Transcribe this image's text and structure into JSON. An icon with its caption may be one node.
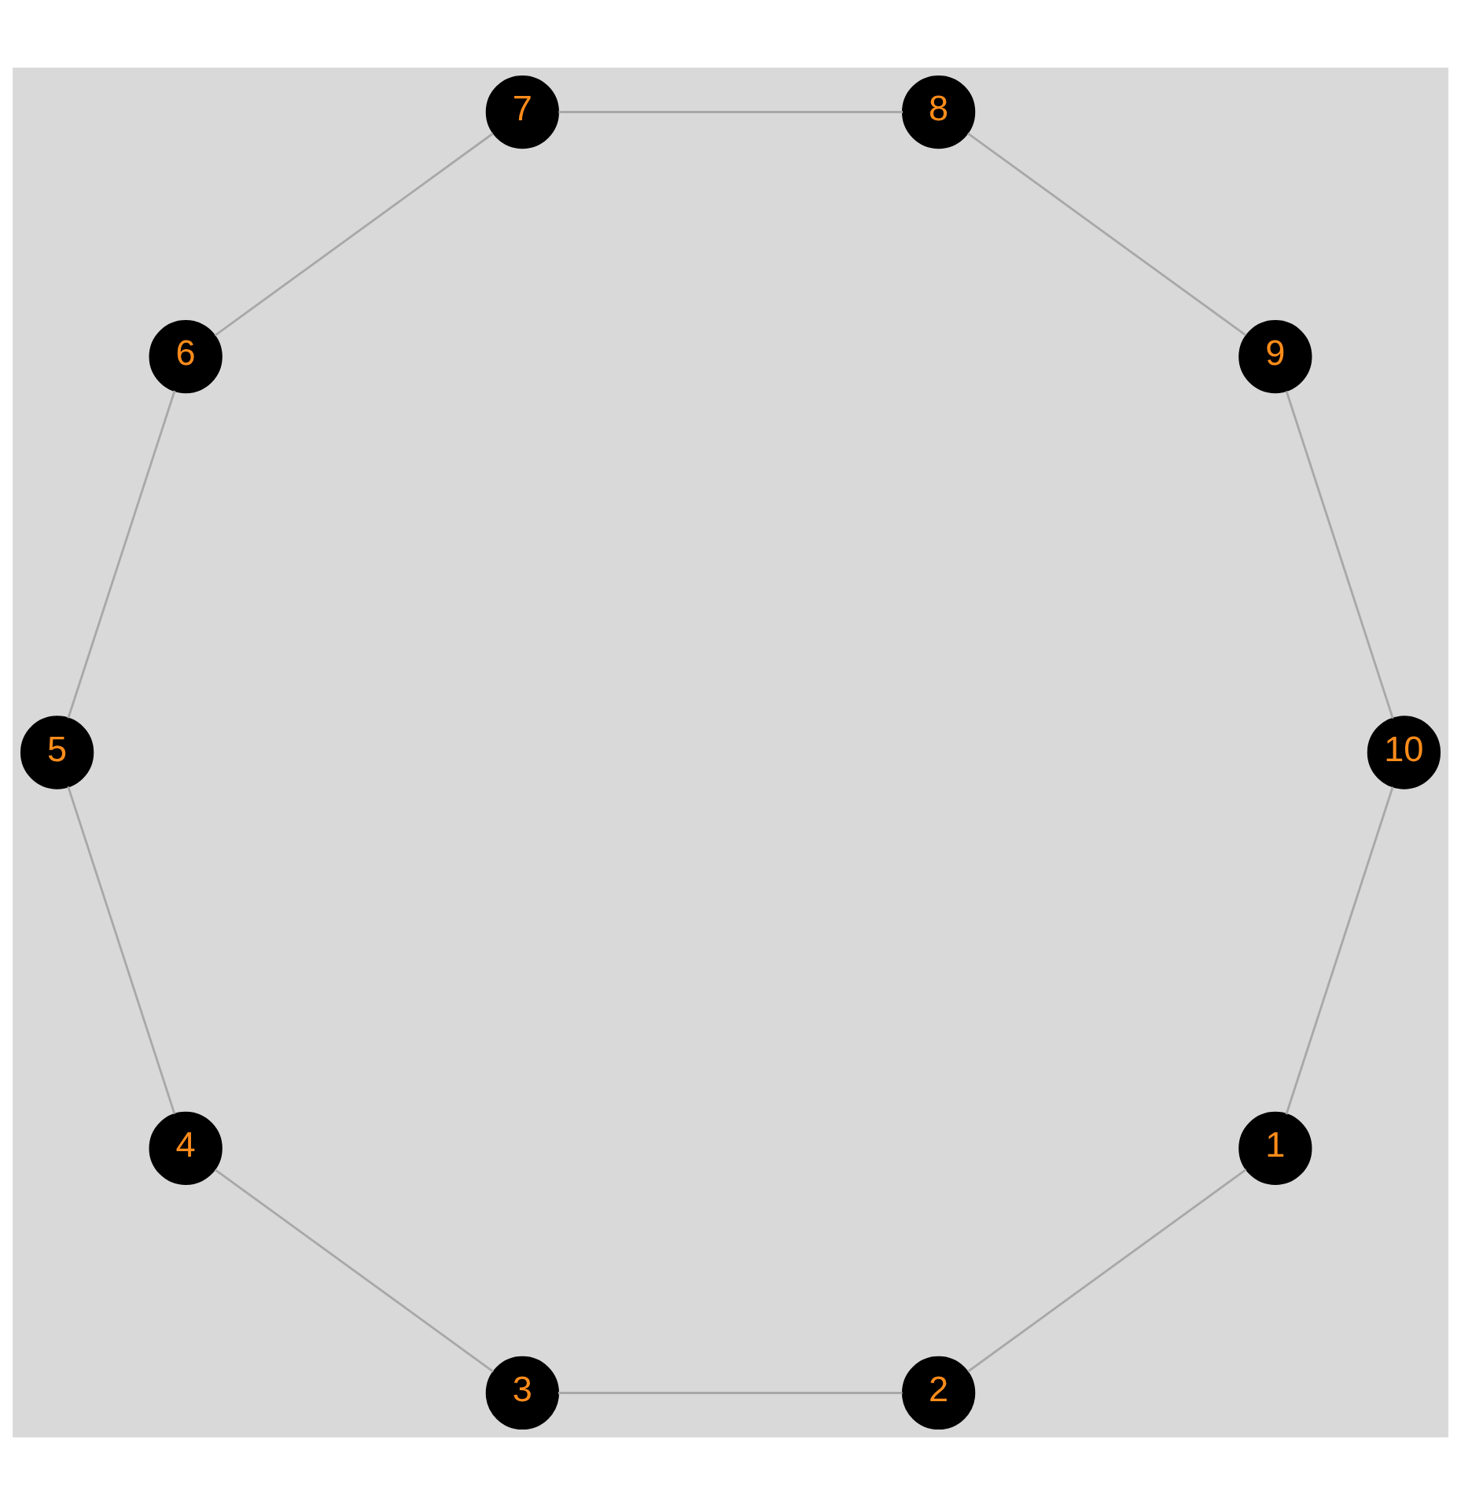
{
  "diagram": {
    "nodes": [
      {
        "text": [
          "1"
        ]
      },
      {
        "text": [
          "2"
        ]
      },
      {
        "text": [
          "3"
        ]
      },
      {
        "text": [
          "4"
        ]
      },
      {
        "text": [
          "5"
        ]
      },
      {
        "text": [
          "6"
        ]
      },
      {
        "text": [
          "7"
        ]
      },
      {
        "text": [
          "8"
        ]
      },
      {
        "text": [
          "9"
        ]
      },
      {
        "text": [
          "10"
        ]
      }
    ],
    "edges": [
      {
        "from": 0,
        "to": 1,
        "arrow": "none"
      },
      {
        "from": 1,
        "to": 2,
        "arrow": "none"
      },
      {
        "from": 2,
        "to": 3,
        "arrow": "none"
      },
      {
        "from": 3,
        "to": 4,
        "arrow": "none"
      },
      {
        "from": 4,
        "to": 5,
        "arrow": "none"
      },
      {
        "from": 5,
        "to": 6,
        "arrow": "none"
      },
      {
        "from": 6,
        "to": 7,
        "arrow": "none"
      },
      {
        "from": 7,
        "to": 8,
        "arrow": "none"
      },
      {
        "from": 8,
        "to": 9,
        "arrow": "none"
      },
      {
        "from": 9,
        "to": 0,
        "arrow": "none"
      }
    ]
  }
}
